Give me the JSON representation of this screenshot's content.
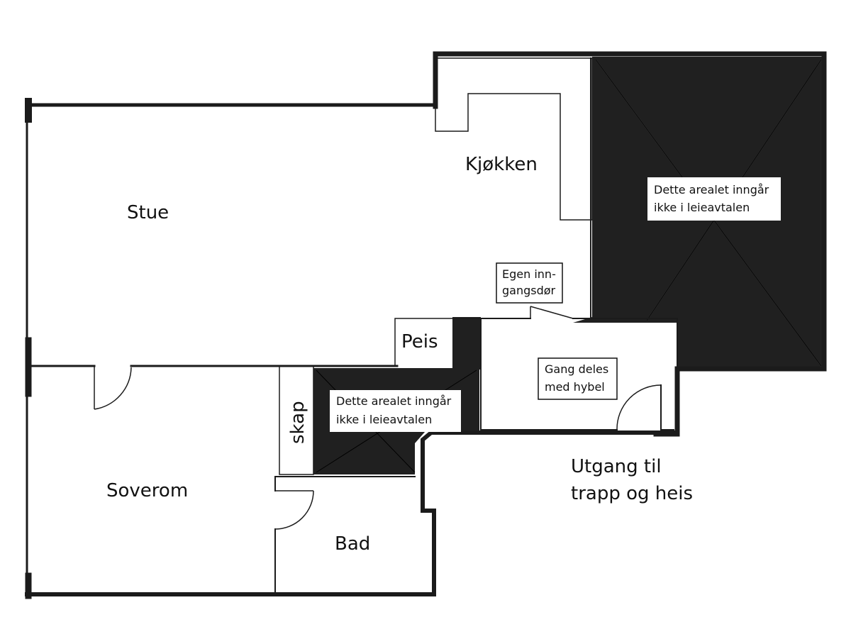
{
  "rooms": {
    "stue": "Stue",
    "kjokken": "Kjøkken",
    "soverom": "Soverom",
    "bad": "Bad",
    "peis": "Peis",
    "skap": "skap"
  },
  "notes": {
    "excluded_large": [
      "Dette arealet inngår",
      "ikke i leieavtalen"
    ],
    "excluded_small": [
      "Dette arealet inngår",
      "ikke i leieavtalen"
    ],
    "entrance_door": [
      "Egen inn-",
      "gangsdør"
    ],
    "shared_hallway": [
      "Gang deles",
      "med hybel"
    ],
    "exit": [
      "Utgang til",
      "trapp og heis"
    ]
  },
  "colors": {
    "wall": "#1b1b1b",
    "excluded_area": "#202020",
    "background": "#ffffff"
  }
}
